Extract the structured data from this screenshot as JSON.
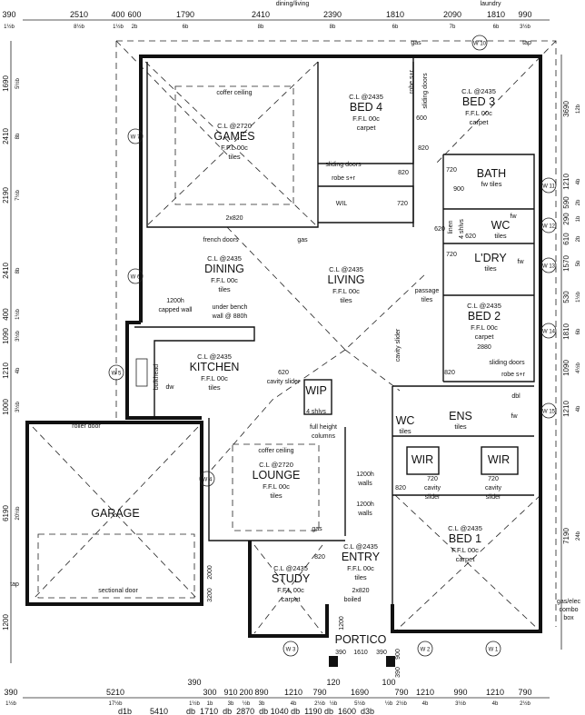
{
  "header_partial": {
    "left": "dining/living",
    "right": "laundry"
  },
  "rooms": [
    {
      "name": "GAMES",
      "ceiling": "C.L @2720",
      "floor": "F.F.L 00c",
      "finish": "tiles"
    },
    {
      "name": "BED 4",
      "ceiling": "C.L @2435",
      "floor": "F.F.L 00c",
      "finish": "carpet"
    },
    {
      "name": "BED 3",
      "ceiling": "C.L @2435",
      "floor": "F.F.L 00c",
      "finish": "carpet"
    },
    {
      "name": "BATH",
      "ceiling": "",
      "floor": "",
      "finish": "fw tiles"
    },
    {
      "name": "WC",
      "ceiling": "",
      "floor": "",
      "finish": "tiles"
    },
    {
      "name": "L'DRY",
      "ceiling": "",
      "floor": "",
      "finish": "tiles"
    },
    {
      "name": "DINING",
      "ceiling": "C.L @2435",
      "floor": "F.F.L 00c",
      "finish": "tiles"
    },
    {
      "name": "LIVING",
      "ceiling": "C.L @2435",
      "floor": "F.F.L 00c",
      "finish": "tiles"
    },
    {
      "name": "KITCHEN",
      "ceiling": "C.L @2435",
      "floor": "F.F.L 00c",
      "finish": "tiles"
    },
    {
      "name": "BED 2",
      "ceiling": "C.L @2435",
      "floor": "F.F.L 00c",
      "finish": "carpet"
    },
    {
      "name": "WIP",
      "ceiling": "",
      "floor": "",
      "finish": ""
    },
    {
      "name": "ENS",
      "ceiling": "",
      "floor": "",
      "finish": "tiles"
    },
    {
      "name": "WC",
      "ceiling": "",
      "floor": "",
      "finish": "tiles"
    },
    {
      "name": "WIR",
      "ceiling": "",
      "floor": "",
      "finish": ""
    },
    {
      "name": "WIR",
      "ceiling": "",
      "floor": "",
      "finish": ""
    },
    {
      "name": "LOUNGE",
      "ceiling": "C.L @2720",
      "floor": "F.F.L 00c",
      "finish": "tiles"
    },
    {
      "name": "GARAGE",
      "ceiling": "",
      "floor": "",
      "finish": ""
    },
    {
      "name": "BED 1",
      "ceiling": "C.L @2435",
      "floor": "F.F.L 00c",
      "finish": "carpet"
    },
    {
      "name": "ENTRY",
      "ceiling": "C.L @2435",
      "floor": "F.F.L 00c",
      "finish": "tiles"
    },
    {
      "name": "STUDY",
      "ceiling": "C.L @2435",
      "floor": "F.F.L 00c",
      "finish": "carpet"
    },
    {
      "name": "PORTICO",
      "ceiling": "",
      "floor": "",
      "finish": ""
    }
  ],
  "notes": [
    "coffer ceiling",
    "2x820",
    "french doors",
    "gas",
    "sliding doors",
    "robe s+r",
    "WIL",
    "720",
    "820",
    "820",
    "600",
    "robe s+r",
    "sliding doors",
    "gas",
    "tap",
    "linen",
    "4 shlvs",
    "620",
    "720",
    "900",
    "620",
    "720",
    "passage",
    "tiles",
    "cavity slider",
    "2880",
    "820",
    "sliding doors",
    "robe s+r",
    "620",
    "cavity slider",
    "4 shlvs",
    "full height",
    "columns",
    "1200h",
    "walls",
    "820",
    "720",
    "cavity",
    "slider",
    "720",
    "cavity",
    "slider",
    "coffer ceiling",
    "roller door",
    "sectional door",
    "gas",
    "820",
    "2x820",
    "boiled",
    "1200h",
    "capped wall",
    "under bench",
    "wall @ 880h",
    "bulkhead",
    "dw",
    "2000",
    "3200",
    "1200",
    "gas/elec",
    "combo",
    "box",
    "tap",
    "1200h",
    "walls",
    "fw",
    "fw",
    "dbl",
    "fw",
    "390",
    "1610",
    "390",
    "900",
    "390"
  ],
  "windows": [
    "W 10",
    "W 11",
    "W 12",
    "W 13",
    "W 14",
    "W 15",
    "W 7",
    "W 6",
    "W 5",
    "W 4",
    "W 3",
    "W 2",
    "W 1"
  ],
  "dims_top": {
    "values": [
      "390",
      "2510",
      "400",
      "600",
      "1790",
      "2410",
      "2390",
      "1810",
      "2090",
      "1810",
      "990"
    ],
    "bricks": [
      "1½b",
      "8½b",
      "1½b",
      "2b",
      "6b",
      "8b",
      "8b",
      "6b",
      "7b",
      "6b",
      "3½b"
    ]
  },
  "dims_bottom": {
    "values": [
      "390",
      "5210",
      "390",
      "300",
      "910",
      "200",
      "890",
      "1210",
      "790",
      "120",
      "1690",
      "100",
      "790",
      "1210",
      "990",
      "1210",
      "790"
    ],
    "bricks": [
      "1½b",
      "17½b",
      "1½b",
      "1b",
      "3b",
      "½b",
      "3b",
      "4b",
      "2½b",
      "½b",
      "5½b",
      "½b",
      "2½b",
      "4b",
      "3½b",
      "4b",
      "2½b"
    ],
    "partial_row": "d1b        5410        db  1710  db  2870  db 1040 db  1190 db  1600  d3b"
  },
  "dims_left": {
    "values": [
      "1690",
      "2410",
      "2190",
      "2410",
      "400",
      "1090",
      "1210",
      "1000",
      "6190",
      "1200"
    ],
    "bricks": [
      "5½b",
      "8b",
      "7½b",
      "8b",
      "1½b",
      "3½b",
      "4b",
      "3½b",
      "20½b",
      ""
    ]
  },
  "dims_right": {
    "values": [
      "3690",
      "1210",
      "590",
      "610",
      "290",
      "1570",
      "530",
      "1810",
      "1090",
      "1210",
      "7190"
    ],
    "bricks": [
      "12b",
      "4b",
      "2b",
      "2b",
      "1b",
      "5b",
      "1½b",
      "6b",
      "4½b",
      "4b",
      "24b"
    ]
  }
}
